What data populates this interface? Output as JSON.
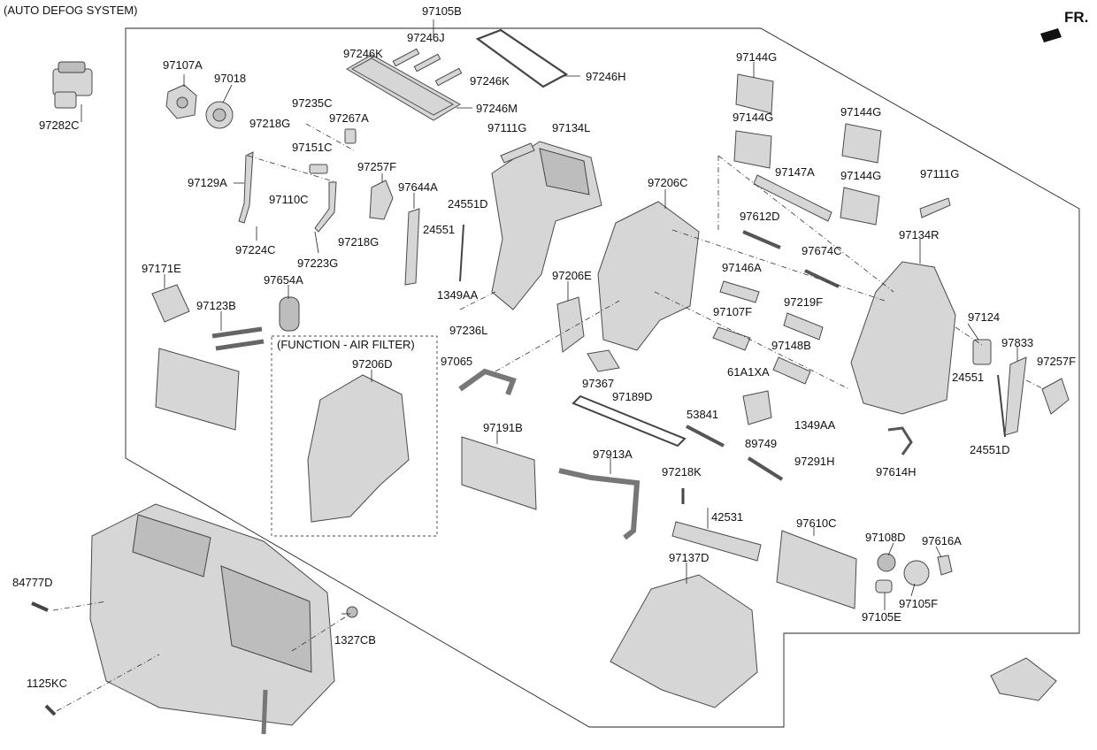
{
  "header": {
    "title": "(AUTO DEFOG SYSTEM)",
    "direction": "FR.",
    "subgroup": "(FUNCTION - AIR FILTER)"
  },
  "labels": {
    "l97105B": "97105B",
    "l97246J": "97246J",
    "l97246K_a": "97246K",
    "l97246K_b": "97246K",
    "l97246H": "97246H",
    "l97246M": "97246M",
    "l97107A": "97107A",
    "l97018": "97018",
    "l97282C": "97282C",
    "l97235C": "97235C",
    "l97218G_a": "97218G",
    "l97267A": "97267A",
    "l97151C": "97151C",
    "l97129A": "97129A",
    "l97110C": "97110C",
    "l97224C": "97224C",
    "l97223G": "97223G",
    "l97257F_a": "97257F",
    "l97644A": "97644A",
    "l97218G_b": "97218G",
    "l97111G_a": "97111G",
    "l97134L": "97134L",
    "l24551D_a": "24551D",
    "l24551_a": "24551",
    "l1349AA_a": "1349AA",
    "l97171E": "97171E",
    "l97654A": "97654A",
    "l97123B": "97123B",
    "l97206D": "97206D",
    "l97206E": "97206E",
    "l97236L": "97236L",
    "l97065": "97065",
    "l97206C": "97206C",
    "l97612D": "97612D",
    "l97674C": "97674C",
    "l97146A": "97146A",
    "l97219F": "97219F",
    "l97107F": "97107F",
    "l97148B": "97148B",
    "l97144G_a": "97144G",
    "l97144G_b": "97144G",
    "l97144G_c": "97144G",
    "l97144G_d": "97144G",
    "l97147A": "97147A",
    "l97111G_b": "97111G",
    "l97134R": "97134R",
    "l97124": "97124",
    "l97833": "97833",
    "l97257F_b": "97257F",
    "l24551_b": "24551",
    "l24551D_b": "24551D",
    "l1349AA_b": "1349AA",
    "l97291H": "97291H",
    "l97614H": "97614H",
    "l61A1XA": "61A1XA",
    "l53841": "53841",
    "l89749": "89749",
    "l97367": "97367",
    "l97189D": "97189D",
    "l97191B": "97191B",
    "l97913A": "97913A",
    "l97218K": "97218K",
    "l42531": "42531",
    "l97137D": "97137D",
    "l97610C": "97610C",
    "l97108D": "97108D",
    "l97616A": "97616A",
    "l97105F": "97105F",
    "l97105E": "97105E",
    "l84777D": "84777D",
    "l1327CB": "1327CB",
    "l1125KC": "1125KC"
  }
}
